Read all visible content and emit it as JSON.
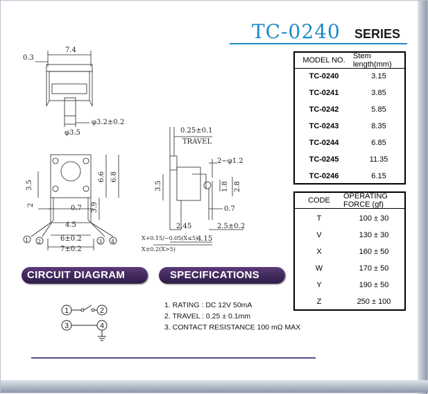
{
  "header": {
    "title": "TC-0240",
    "series": "SERIES"
  },
  "model_table": {
    "headers": [
      "MODEL NO.",
      "Stem length(mm)"
    ],
    "rows": [
      [
        "TC-0240",
        "3.15"
      ],
      [
        "TC-0241",
        "3.85"
      ],
      [
        "TC-0242",
        "5.85"
      ],
      [
        "TC-0243",
        "8.35"
      ],
      [
        "TC-0244",
        "6.85"
      ],
      [
        "TC-0245",
        "11.35"
      ],
      [
        "TC-0246",
        "6.15"
      ]
    ]
  },
  "force_table": {
    "headers": [
      "CODE",
      "OPERATING FORCE (gf)"
    ],
    "rows": [
      [
        "T",
        "100 ± 30"
      ],
      [
        "V",
        "130 ± 30"
      ],
      [
        "X",
        "160 ± 50"
      ],
      [
        "W",
        "170 ± 50"
      ],
      [
        "Y",
        "190 ± 50"
      ],
      [
        "Z",
        "250 ± 100"
      ]
    ]
  },
  "drawing_labels": {
    "d_03": "0.3",
    "d_74": "7.4",
    "d_phi35": "φ3.5",
    "d_phi32": "φ3.2±0.2",
    "d_35": "3.5",
    "d_66": "6.6",
    "d_68": "6.8",
    "d_2": "2",
    "d_07": "0.7",
    "d_39": "3.9",
    "d_45": "4.5",
    "d_6pm": "6±0.2",
    "d_7pm": "7±0.2",
    "p1": "1",
    "p2": "2",
    "p3": "3",
    "p4": "4",
    "s_025": "0.25±0.1",
    "s_travel": "TRAVEL",
    "s_2phi": "2−φ1.2",
    "s_35": "3.5",
    "s_18": "1.8",
    "s_28": "2.8",
    "s_07": "0.7",
    "s_245": "2.45",
    "s_415": "4.15",
    "s_25": "2.5±0.2",
    "s_x1": "X+0.15/−0.05(X≤5)",
    "s_x2": "X±0.2(X>5)"
  },
  "sections": {
    "circuit": "CIRCUIT DIAGRAM",
    "specs": "SPECIFICATIONS"
  },
  "circuit": {
    "n1": "1",
    "n2": "2",
    "n3": "3",
    "n4": "4"
  },
  "specs": [
    "1. RATING : DC 12V  50mA",
    "2. TRAVEL : 0.25 ± 0.1mm",
    "3. CONTACT RESISTANCE 100 mΩ MAX"
  ],
  "colors": {
    "title": "#1e88c8",
    "pill": "#3e2a5c",
    "line": "#5b4a8c"
  }
}
